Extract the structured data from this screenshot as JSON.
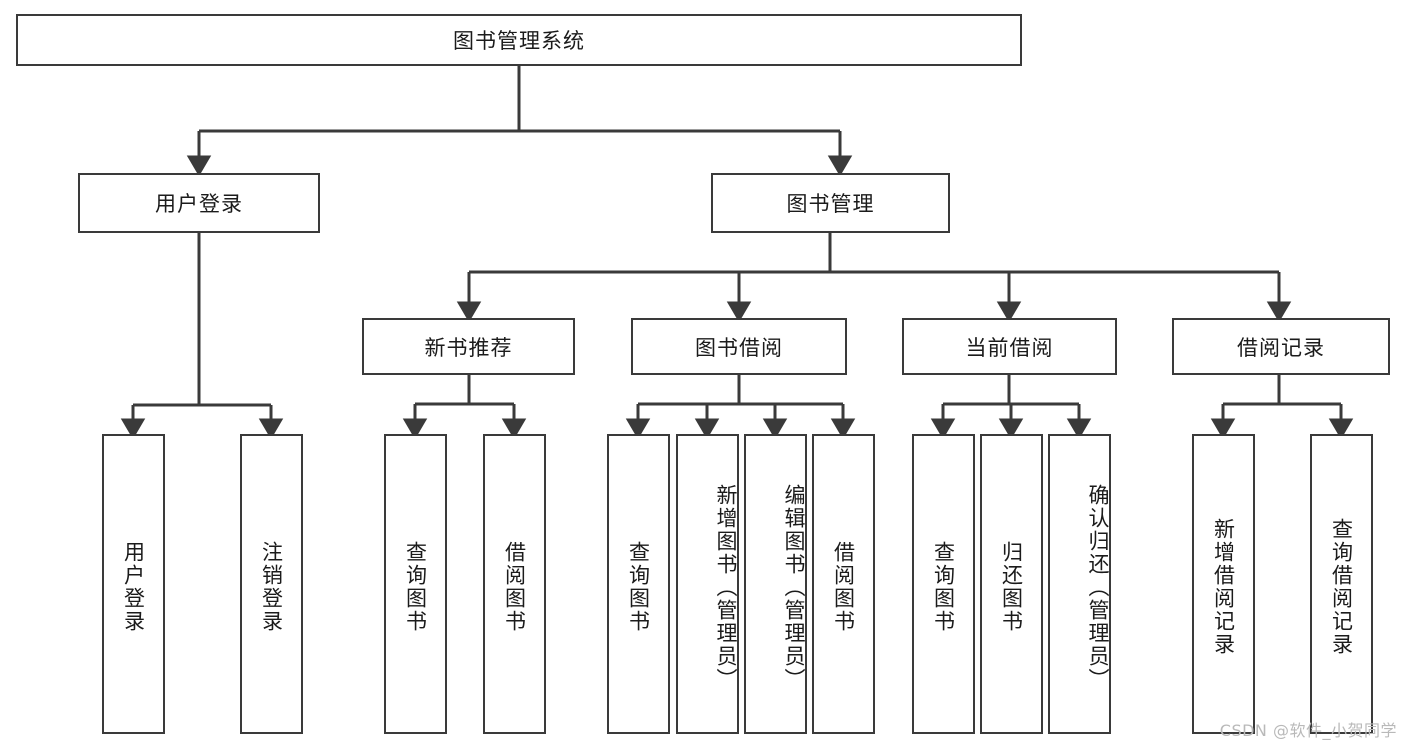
{
  "diagram": {
    "title": "图书管理系统",
    "root": {
      "label": "图书管理系统"
    },
    "level1": [
      {
        "label": "用户登录"
      },
      {
        "label": "图书管理"
      }
    ],
    "level2": [
      {
        "label": "新书推荐"
      },
      {
        "label": "图书借阅"
      },
      {
        "label": "当前借阅"
      },
      {
        "label": "借阅记录"
      }
    ],
    "leaves": {
      "user_login": [
        {
          "label": "用户登录"
        },
        {
          "label": "注销登录"
        }
      ],
      "new_book_recommend": [
        {
          "label": "查询图书"
        },
        {
          "label": "借阅图书"
        }
      ],
      "book_borrow": [
        {
          "label": "查询图书"
        },
        {
          "label": "新增图书（管理员）"
        },
        {
          "label": "编辑图书（管理员）"
        },
        {
          "label": "借阅图书"
        }
      ],
      "current_borrow": [
        {
          "label": "查询图书"
        },
        {
          "label": "归还图书"
        },
        {
          "label": "确认归还（管理员）"
        }
      ],
      "borrow_record": [
        {
          "label": "新增借阅记录"
        },
        {
          "label": "查询借阅记录"
        }
      ]
    }
  },
  "watermark": {
    "text": "CSDN @软件_小贺同学"
  },
  "colors": {
    "stroke": "#3a3a3a",
    "background": "#ffffff",
    "text": "#1b1b1b",
    "watermark": "#b9b9b9"
  }
}
